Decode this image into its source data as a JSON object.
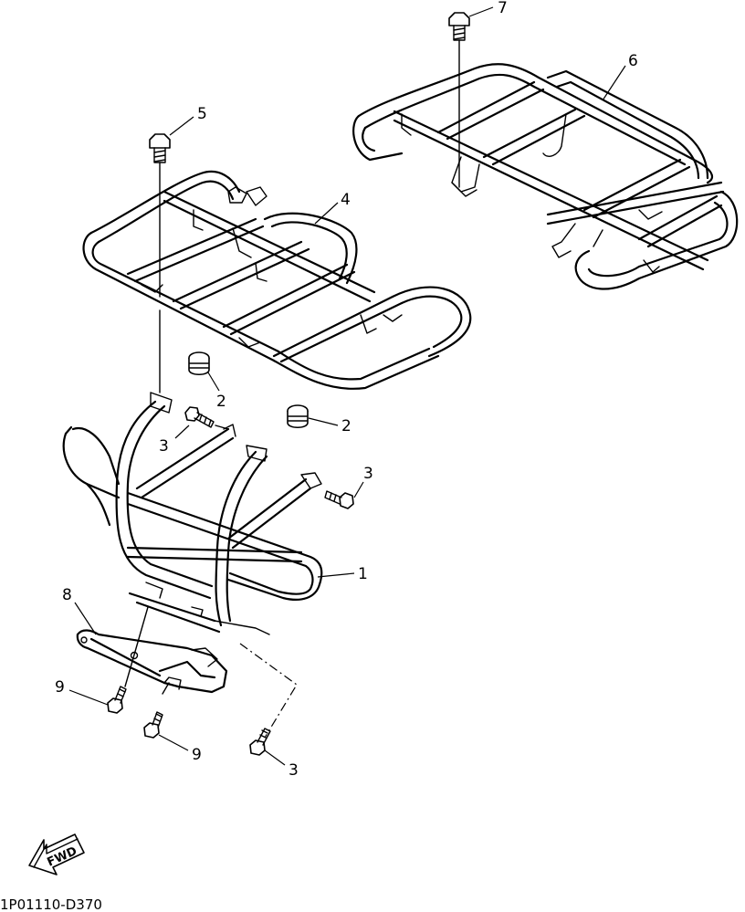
{
  "callouts": {
    "c1": "1",
    "c2a": "2",
    "c2b": "2",
    "c3a": "3",
    "c3b": "3",
    "c3c": "3",
    "c4": "4",
    "c5": "5",
    "c6": "6",
    "c7": "7",
    "c8": "8",
    "c9a": "9",
    "c9b": "9"
  },
  "fwd_label": "FWD",
  "drawing_code": "1P01110-D370"
}
